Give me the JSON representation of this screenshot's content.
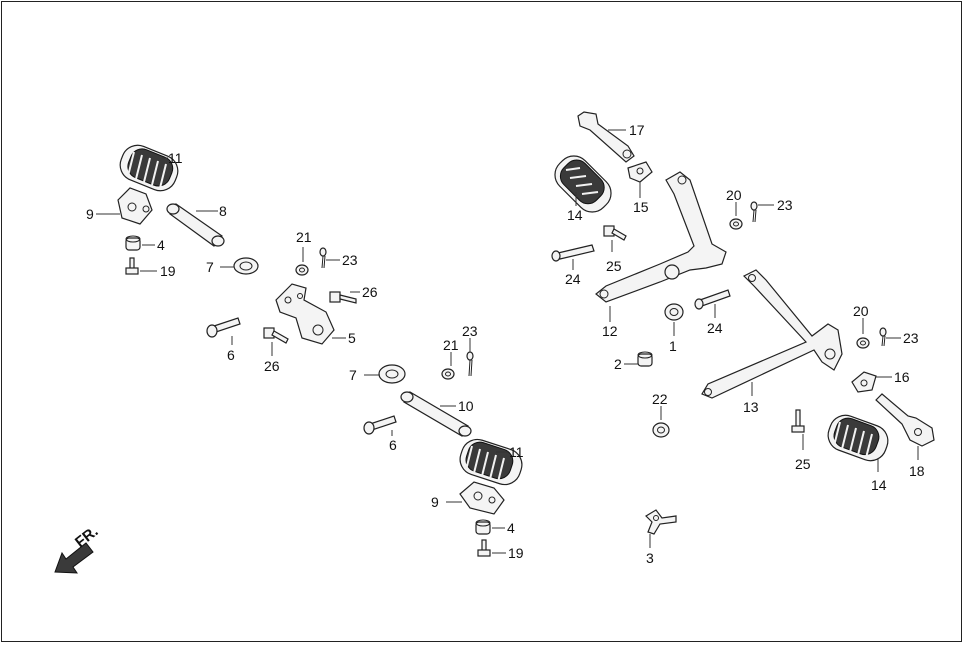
{
  "direction_label": "FR.",
  "callouts": {
    "c1": "1",
    "c2": "2",
    "c3": "3",
    "c4a": "4",
    "c4b": "4",
    "c5": "5",
    "c6a": "6",
    "c6b": "6",
    "c7a": "7",
    "c7b": "7",
    "c8": "8",
    "c9a": "9",
    "c9b": "9",
    "c10": "10",
    "c11a": "11",
    "c11b": "11",
    "c12": "12",
    "c13": "13",
    "c14a": "14",
    "c14b": "14",
    "c15": "15",
    "c16": "16",
    "c17": "17",
    "c18": "18",
    "c19a": "19",
    "c19b": "19",
    "c20a": "20",
    "c20b": "20",
    "c21a": "21",
    "c21b": "21",
    "c22": "22",
    "c23a": "23",
    "c23b": "23",
    "c23c": "23",
    "c23d": "23",
    "c24a": "24",
    "c24b": "24",
    "c25a": "25",
    "c25b": "25",
    "c26a": "26",
    "c26b": "26"
  },
  "colors": {
    "line": "#222222",
    "rubber": "#3a3a3a",
    "metal": "#f4f4f4"
  },
  "icons": {
    "direction": "front-direction-arrow-icon"
  }
}
